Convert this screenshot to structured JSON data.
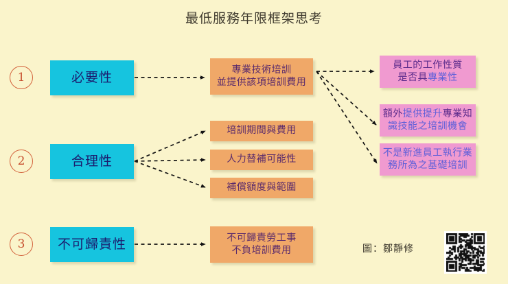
{
  "page": {
    "title": "最低服務年限框架思考",
    "background_color": "#FAF4CB"
  },
  "colors": {
    "circle_stroke": "#D2603A",
    "circle_text": "#C64D2C",
    "cyan_box": "#16C4DF",
    "cyan_text": "#1B1C6E",
    "orange_box": "#F0A868",
    "orange_text": "#5B2B6B",
    "pink_box": "#F09AD0",
    "pink_text": "#5B2B8B",
    "accent_text": "#6060D8",
    "arrow": "#1a1a1a"
  },
  "criteria": [
    {
      "number": "1",
      "label": "必要性"
    },
    {
      "number": "2",
      "label": "合理性"
    },
    {
      "number": "3",
      "label": "不可歸責性"
    }
  ],
  "middle_nodes": [
    {
      "id": "m1",
      "lines": [
        "專業技術培訓",
        "並提供該項培訓費用"
      ]
    },
    {
      "id": "m2",
      "lines": [
        "培訓期間與費用"
      ]
    },
    {
      "id": "m3",
      "lines": [
        "人力替補可能性"
      ]
    },
    {
      "id": "m4",
      "lines": [
        "補償額度與範圍"
      ]
    },
    {
      "id": "m5",
      "lines": [
        "不可歸責勞工事",
        "不負培訓費用"
      ]
    }
  ],
  "right_nodes": [
    {
      "id": "r1",
      "lines": [
        [
          {
            "t": "員工的工作性質",
            "accent": false
          }
        ],
        [
          {
            "t": "是否具",
            "accent": false
          },
          {
            "t": "專業性",
            "accent": true
          }
        ]
      ]
    },
    {
      "id": "r2",
      "lines": [
        [
          {
            "t": "額外",
            "accent": false
          },
          {
            "t": "提供提升",
            "accent": true
          },
          {
            "t": "專業知",
            "accent": false
          }
        ],
        [
          {
            "t": "識技能之培訓機會",
            "accent": true
          }
        ]
      ]
    },
    {
      "id": "r3",
      "lines": [
        [
          {
            "t": "不是新進員工執行業",
            "accent": true
          }
        ],
        [
          {
            "t": "務所為之基礎培訓",
            "accent": true
          }
        ]
      ]
    }
  ],
  "credit": {
    "text": "圖：鄒靜修"
  },
  "qr_code": {
    "present": true,
    "alt": "qr-code"
  }
}
